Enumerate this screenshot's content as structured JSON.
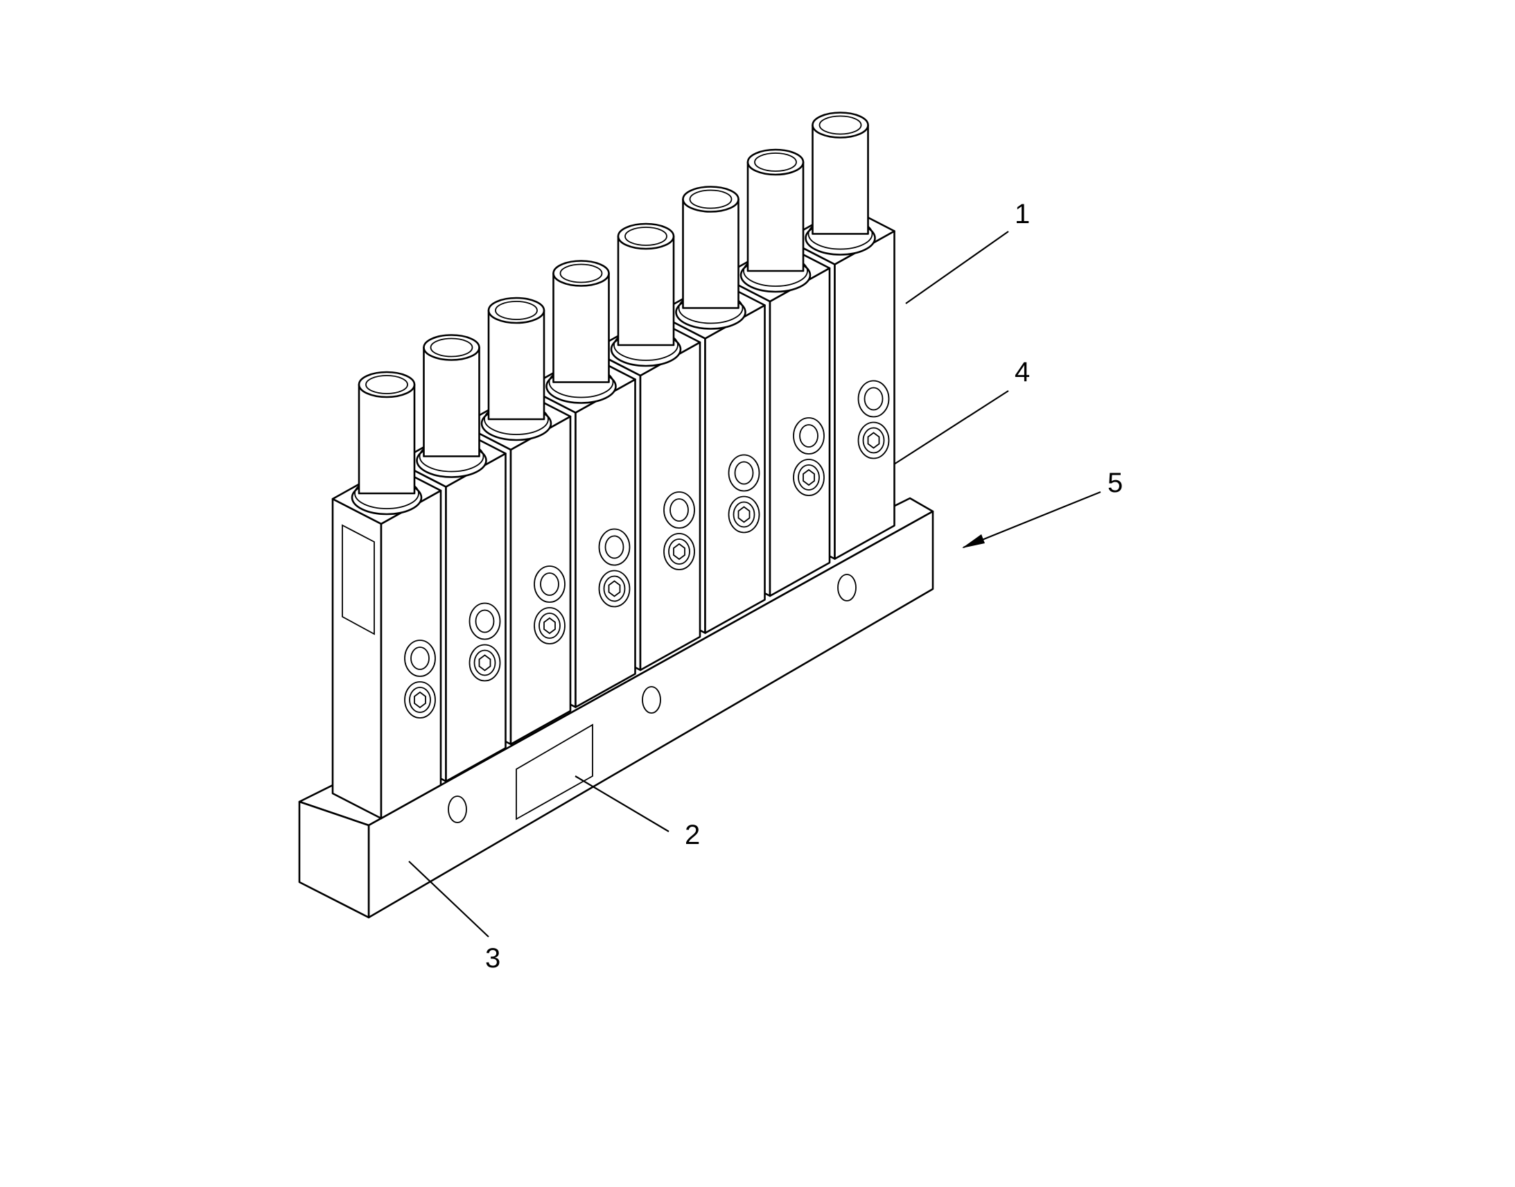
{
  "callouts": [
    {
      "id": "1",
      "text": "1"
    },
    {
      "id": "2",
      "text": "2"
    },
    {
      "id": "3",
      "text": "3"
    },
    {
      "id": "4",
      "text": "4"
    },
    {
      "id": "5",
      "text": "5"
    }
  ],
  "module_count": 8
}
